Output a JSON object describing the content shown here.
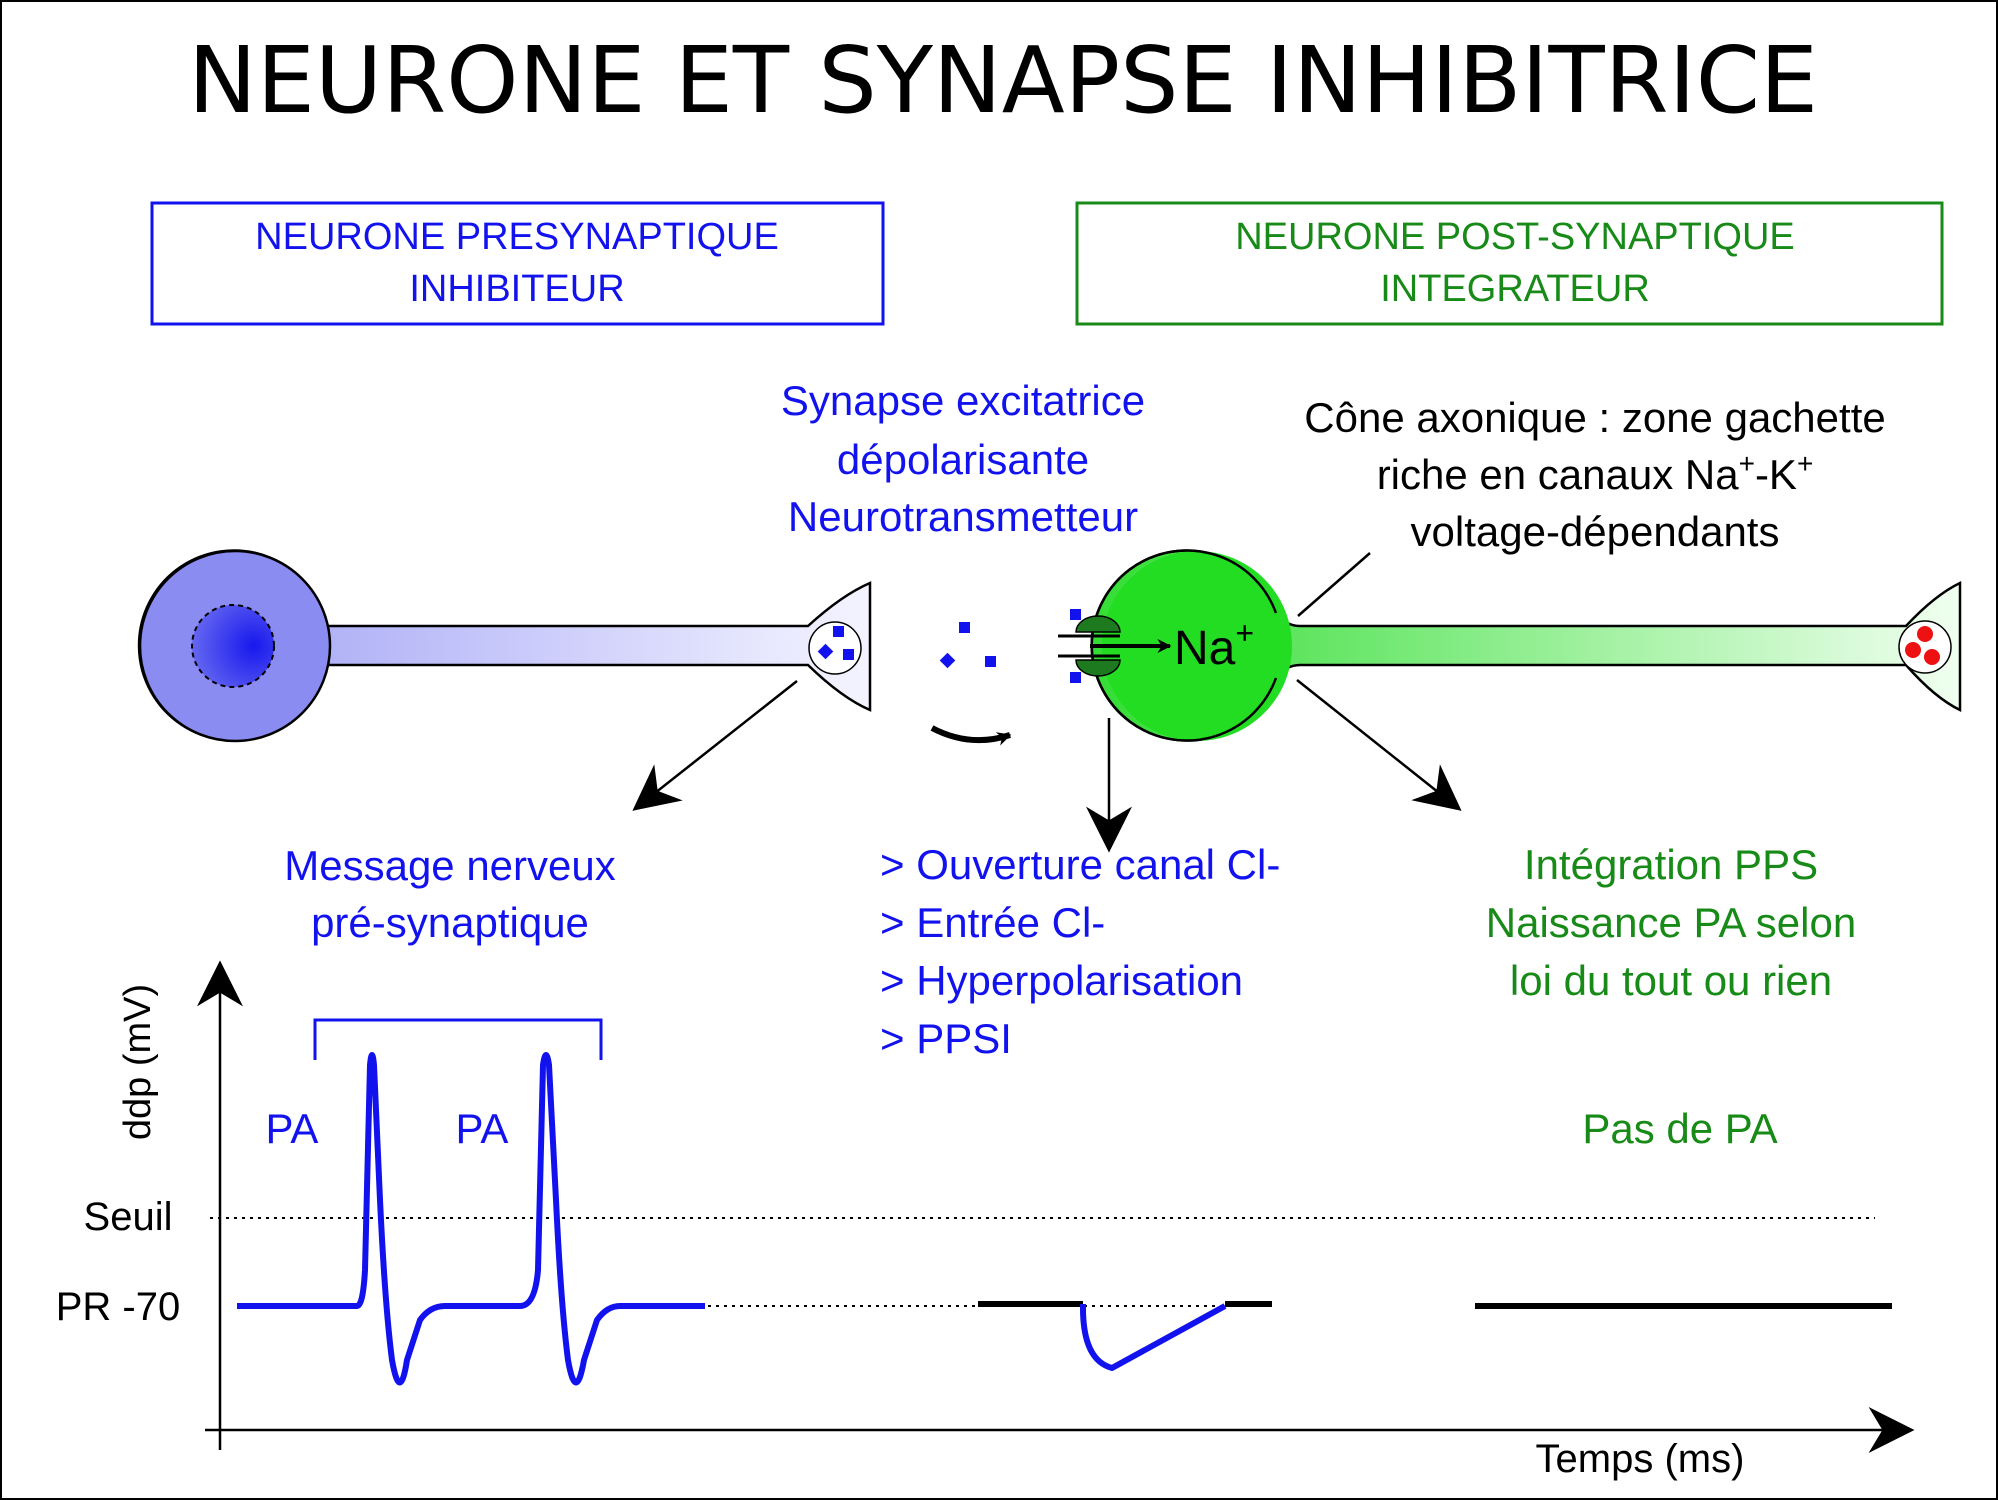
{
  "title": "NEURONE ET SYNAPSE INHIBITRICE",
  "presynaptic_box": {
    "line1": "NEURONE PRESYNAPTIQUE",
    "line2": "INHIBITEUR"
  },
  "postsynaptic_box": {
    "line1": "NEURONE POST-SYNAPTIQUE",
    "line2": "INTEGRATEUR"
  },
  "synapse_label": {
    "line1": "Synapse excitatrice",
    "line2": "dépolarisante",
    "line3": "Neurotransmetteur"
  },
  "cone_label": {
    "line1": "Cône axonique : zone gachette",
    "line2_prefix": "riche en canaux Na",
    "plus": "+",
    "dash_k": "-K",
    "line3": "voltage-dépendants"
  },
  "na_label": {
    "text": "Na",
    "sup": "+"
  },
  "presyn_message": {
    "line1": "Message nerveux",
    "line2": "pré-synaptique"
  },
  "synapse_effects": [
    "> Ouverture canal Cl-",
    "> Entrée Cl-",
    "> Hyperpolarisation",
    "> PPSI"
  ],
  "integration": {
    "line1": "Intégration PPS",
    "line2": "Naissance PA selon",
    "line3": "loi du tout ou rien"
  },
  "graph": {
    "y_axis_label": "ddp (mV)",
    "x_axis_label": "Temps (ms)",
    "threshold_label": "Seuil",
    "rest_label": "PR -70",
    "pa_label_1": "PA",
    "pa_label_2": "PA",
    "no_pa_label": "Pas de PA"
  },
  "colors": {
    "blue": "#1212ee",
    "green": "#188a18",
    "bright_green": "#22dd22",
    "presyn_fill": "#8a8cf2",
    "red": "#ee1111",
    "black": "#000000"
  }
}
